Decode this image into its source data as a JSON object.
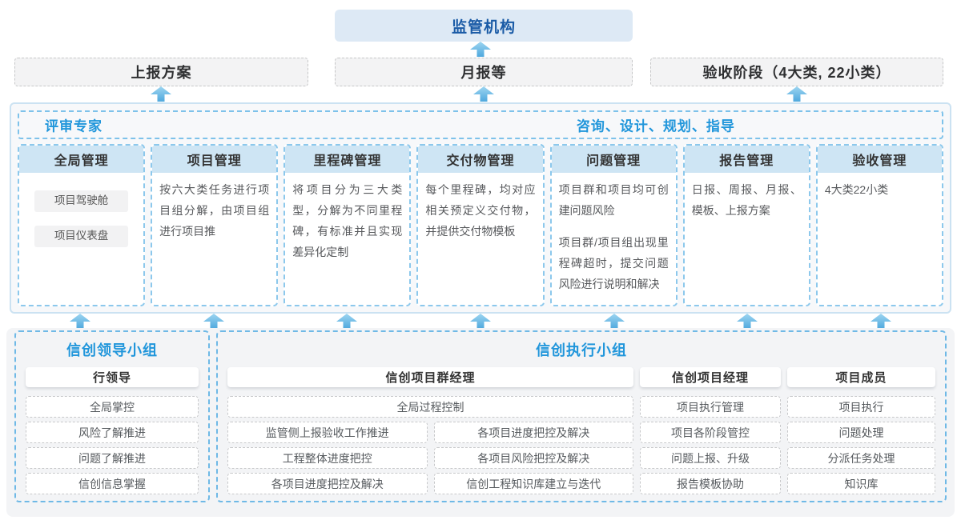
{
  "colors": {
    "accent_blue": "#2196db",
    "regulator_text_blue": "#1a5ba6",
    "regulator_bg": "#dde9f5",
    "column_header_bg": "#cee5f4",
    "panel_border_blue": "#cbe2f2",
    "dashed_blue": "#7ec2ea",
    "arrow_blue_top": "#9cd5f1",
    "arrow_blue_bottom": "#4fa8de",
    "gray_box_bg": "#f3f3f4"
  },
  "top": {
    "regulator_label": "监管机构"
  },
  "report_row": {
    "plan": "上报方案",
    "monthly": "月报等",
    "acceptance": "验收阶段（4大类, 22小类）"
  },
  "platform": {
    "expert_label": "评审专家",
    "consult_label": "咨询、设计、规划、指导",
    "columns": [
      {
        "title": "全局管理",
        "items": [
          "项目驾驶舱",
          "项目仪表盘"
        ]
      },
      {
        "title": "项目管理",
        "text": "按六大类任务进行项目组分解，由项目组进行项目推"
      },
      {
        "title": "里程碑管理",
        "text": "将项目分为三大类型，分解为不同里程碑，有标准并且实现差异化定制"
      },
      {
        "title": "交付物管理",
        "text": "每个里程碑，均对应相关预定义交付物，并提供交付物模板"
      },
      {
        "title": "问题管理",
        "paragraphs": [
          "项目群和项目均可创建问题风险",
          "项目群/项目组出现里程碑超时，提交问题风险进行说明和解决"
        ]
      },
      {
        "title": "报告管理",
        "text": "日报、周报、月报、模板、上报方案"
      },
      {
        "title": "验收管理",
        "text": "4大类22小类"
      }
    ]
  },
  "teams": {
    "lead": {
      "title": "信创领导小组",
      "role": "行领导",
      "items": [
        "全局掌控",
        "风险了解推进",
        "问题了解推进",
        "信创信息掌握"
      ]
    },
    "exec": {
      "title": "信创执行小组",
      "program_manager": {
        "role": "信创项目群经理",
        "full_item": "全局过程控制",
        "col1": [
          "监管侧上报验收工作推进",
          "工程整体进度把控",
          "各项目进度把控及解决"
        ],
        "col2": [
          "各项目进度把控及解决",
          "各项目风险把控及解决",
          "信创工程知识库建立与迭代"
        ]
      },
      "project_manager": {
        "role": "信创项目经理",
        "items": [
          "项目执行管理",
          "项目各阶段管控",
          "问题上报、升级",
          "报告模板协助"
        ]
      },
      "member": {
        "role": "项目成员",
        "items": [
          "项目执行",
          "问题处理",
          "分派任务处理",
          "知识库"
        ]
      }
    }
  }
}
